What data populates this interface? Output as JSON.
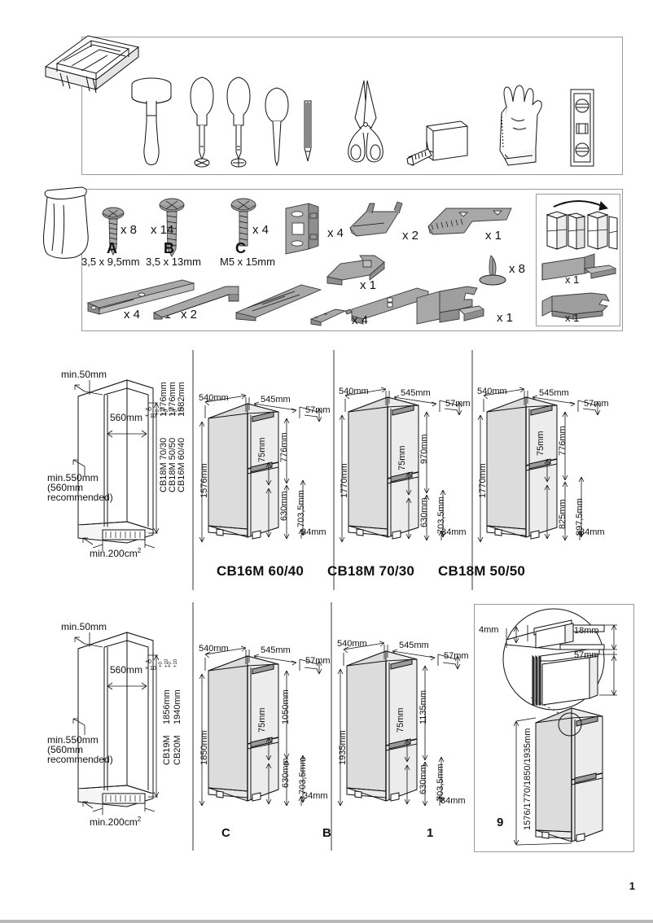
{
  "document": {
    "title": "Built-in fridge-freezer installation guide",
    "page_number": "1"
  },
  "tools_panel": {
    "name": "required-tools",
    "items": [
      {
        "icon": "toolbox-icon",
        "label": "toolbox"
      },
      {
        "icon": "mallet-icon",
        "label": "rubber mallet"
      },
      {
        "icon": "flat-screwdriver-icon",
        "label": "flat screwdriver"
      },
      {
        "icon": "phillips-screwdriver-icon",
        "label": "phillips screwdriver"
      },
      {
        "icon": "awl-icon",
        "label": "awl"
      },
      {
        "icon": "pencil-icon",
        "label": "pencil"
      },
      {
        "icon": "scissors-icon",
        "label": "scissors"
      },
      {
        "icon": "tape-measure-icon",
        "label": "tape measure"
      },
      {
        "icon": "gloves-icon",
        "label": "protective gloves"
      },
      {
        "icon": "spirit-level-icon",
        "label": "spirit level"
      }
    ]
  },
  "parts_panel": {
    "name": "supplied-parts",
    "screws": [
      {
        "letter": "A",
        "qty": "x 8",
        "spec": "3,5 x 9,5mm"
      },
      {
        "letter": "B",
        "qty": "x 14",
        "spec": "3,5 x 13mm"
      },
      {
        "letter": "C",
        "qty": "x 4",
        "spec": "M5 x 15mm"
      }
    ],
    "parts": [
      {
        "name": "bracket-plate",
        "qty": "x 4"
      },
      {
        "name": "hinge-cover",
        "qty": "x 2"
      },
      {
        "name": "spacer-panel",
        "qty": "x 1"
      },
      {
        "name": "long-rail",
        "qty": "x 4"
      },
      {
        "name": "short-rail",
        "qty": "x 1"
      },
      {
        "name": "angle-rail",
        "qty": "x 2"
      },
      {
        "name": "slide-rail-left",
        "qty": "x 1"
      },
      {
        "name": "slide-bar",
        "qty": "x 4"
      },
      {
        "name": "push-pin",
        "qty": "x 8"
      },
      {
        "name": "door-bracket",
        "qty": "x 1"
      },
      {
        "name": "door-stop-upper",
        "qty": "x 1"
      },
      {
        "name": "door-stop-lower",
        "qty": "x 1"
      }
    ],
    "inset": {
      "name": "door-reversal-inset"
    }
  },
  "niche_top": {
    "name": "niche-dimensions-top",
    "min_top": "min.50mm",
    "depth": "560mm",
    "depth_tol": "+0\n+ 10",
    "min_depth_line1": "min.550mm",
    "min_depth_line2": "(560mm",
    "min_depth_line3": "recommended)",
    "vent": "min.200cm",
    "vent_sup": "2",
    "heights": [
      {
        "model": "CB18M 70/30",
        "value": "1776mm",
        "tol": "+0\n+10"
      },
      {
        "model": "CB18M 50/50",
        "value": "1776mm",
        "tol": "+0\n+10"
      },
      {
        "model": "CB16M 60/40",
        "value": "1582mm",
        "tol": "+0\n+10"
      }
    ]
  },
  "niche_bottom": {
    "name": "niche-dimensions-bottom",
    "min_top": "min.50mm",
    "depth": "560mm",
    "depth_tol": "+0\n+ 10",
    "min_depth_line1": "min.550mm",
    "min_depth_line2": "(560mm",
    "min_depth_line3": "recommended)",
    "vent": "min.200cm",
    "vent_sup": "2",
    "heights": [
      {
        "model": "CB19M",
        "value": "1856mm",
        "tol": "+0\n+10"
      },
      {
        "model": "CB20M",
        "value": "1940mm",
        "tol": "+0\n+10"
      }
    ]
  },
  "appliances_top": [
    {
      "name": "appliance-cb16m-6040",
      "model": "CB16M 60/40",
      "width_left": "540mm",
      "depth": "545mm",
      "top_gap": "57mm",
      "total_height": "1576mm",
      "gap": "75mm",
      "upper_door": "776mm",
      "lower_door": "630mm",
      "lower_total": "703,5mm",
      "plinth": "34mm"
    },
    {
      "name": "appliance-cb18m-7030",
      "model": "CB18M 70/30",
      "width_left": "540mm",
      "depth": "545mm",
      "top_gap": "57mm",
      "total_height": "1770mm",
      "gap": "75mm",
      "upper_door": "970mm",
      "lower_door": "630mm",
      "lower_total": "703,5mm",
      "plinth": "34mm"
    },
    {
      "name": "appliance-cb18m-5050",
      "model": "CB18M 50/50",
      "width_left": "540mm",
      "depth": "545mm",
      "top_gap": "57mm",
      "total_height": "1770mm",
      "gap": "75mm",
      "upper_door": "776mm",
      "lower_door": "825mm",
      "lower_total": "897,5mm",
      "plinth": "34mm"
    }
  ],
  "appliances_bottom": [
    {
      "name": "appliance-variant-c",
      "label": "C",
      "width_left": "540mm",
      "depth": "545mm",
      "top_gap": "57mm",
      "total_height": "1850mm",
      "gap": "75mm",
      "upper_door": "1050mm",
      "lower_door": "630mm",
      "lower_total": "703,5mm",
      "plinth": "34mm"
    },
    {
      "name": "appliance-variant-b",
      "label": "B",
      "width_left": "540mm",
      "depth": "545mm",
      "top_gap": "57mm",
      "total_height": "1935mm",
      "gap": "75mm",
      "upper_door": "1135mm",
      "lower_door": "630mm",
      "lower_total": "703,5mm",
      "plinth": "34mm"
    }
  ],
  "step_panel": {
    "name": "door-panel-detail",
    "step_number": "1",
    "callout_number": "9",
    "detail": {
      "gap_left": "4mm",
      "dim_upper": "18mm",
      "dim_lower": "57mm"
    },
    "appliance_heights": "1576/1770/1850/1935mm"
  }
}
